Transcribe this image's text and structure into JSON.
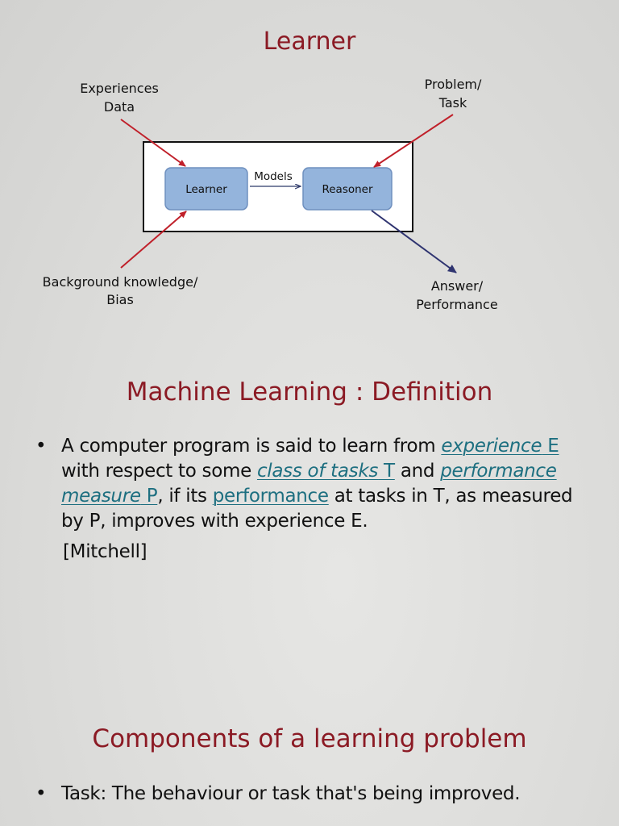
{
  "slide1": {
    "title": "Learner",
    "diagram": {
      "experiences_line1": "Experiences",
      "experiences_line2": "Data",
      "problem_line1": "Problem/",
      "problem_line2": "Task",
      "learner_box": "Learner",
      "models_label": "Models",
      "reasoner_box": "Reasoner",
      "background_line1": "Background knowledge/",
      "background_line2": "Bias",
      "answer_line1": "Answer/",
      "answer_line2": "Performance"
    }
  },
  "slide2": {
    "title": "Machine Learning : Definition",
    "bullet_symbol": "•",
    "definition": {
      "p1": "A computer program is said to learn from ",
      "kw1a": "experience",
      "kw1b": " E",
      "p2": " with respect to some ",
      "kw2a": "class of tasks",
      "kw2b": " T",
      "p3": " and ",
      "kw3a": "performance measure",
      "kw3b": " P",
      "p4": ", if its ",
      "kw4": "performance",
      "p5": " at tasks in T, as measured by P, improves with experience E."
    },
    "citation": "[Mitchell]"
  },
  "slide3": {
    "title": "Components of a learning problem",
    "bullet_symbol": "•",
    "bullet1": "Task:  The behaviour or task that's being improved."
  },
  "colors": {
    "title": "#8b1a24",
    "keyword": "#1d6f80",
    "box_fill": "#94b4dc",
    "box_stroke": "#6f90bf",
    "red_arrow": "#c0202a",
    "navy_arrow": "#2f3470"
  }
}
